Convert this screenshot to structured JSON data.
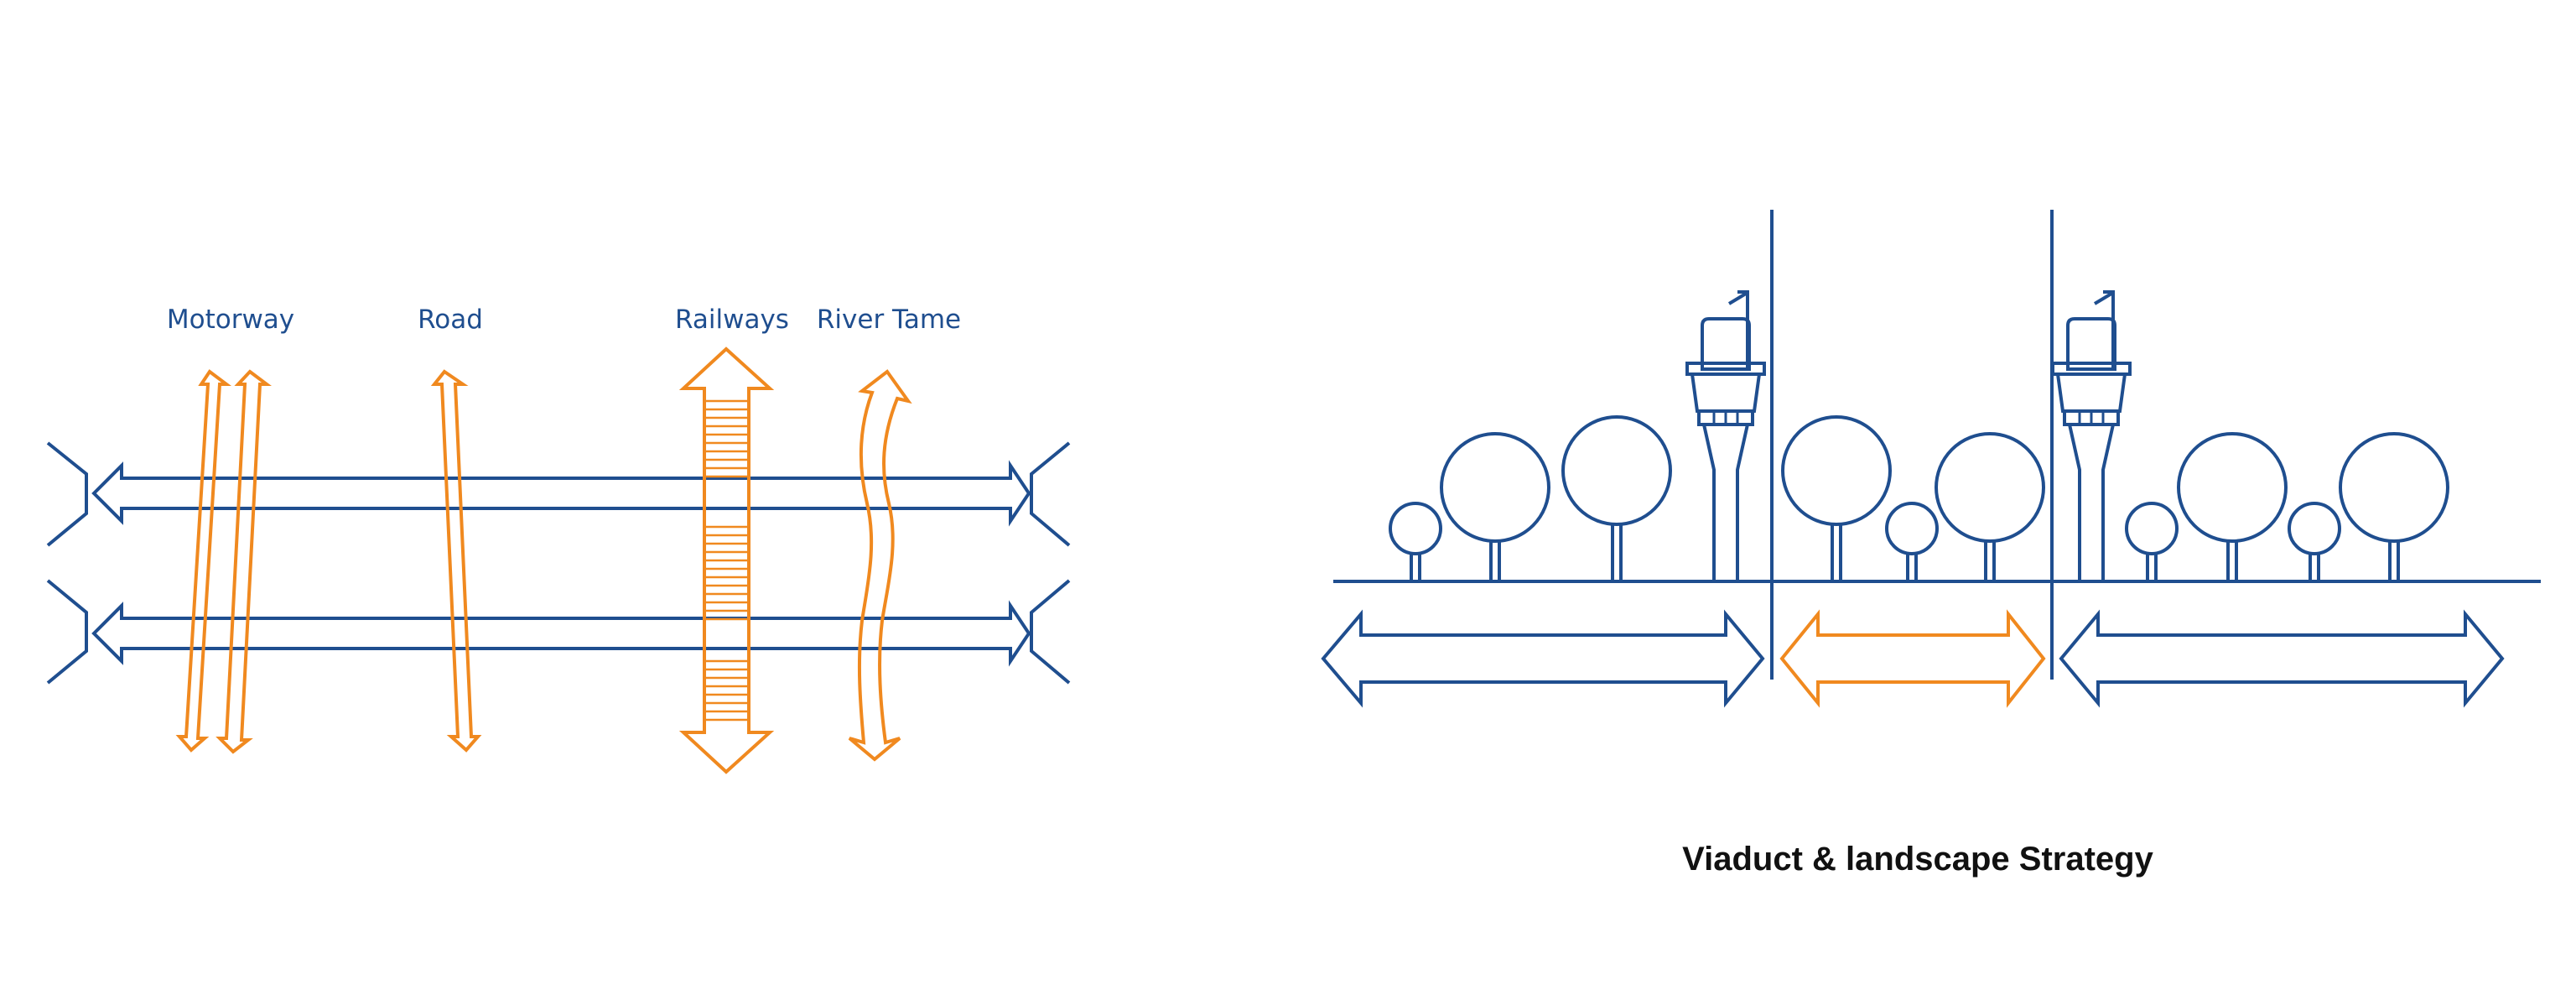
{
  "colors": {
    "blue": "#1f4e8f",
    "orange": "#f0891f",
    "text": "#111111",
    "background": "#ffffff"
  },
  "left_diagram": {
    "labels": {
      "motorway": "Motorway",
      "road": "Road",
      "railways": "Railways",
      "river": "River Tame"
    }
  },
  "right_diagram": {
    "caption": "Viaduct & landscape Strategy"
  }
}
